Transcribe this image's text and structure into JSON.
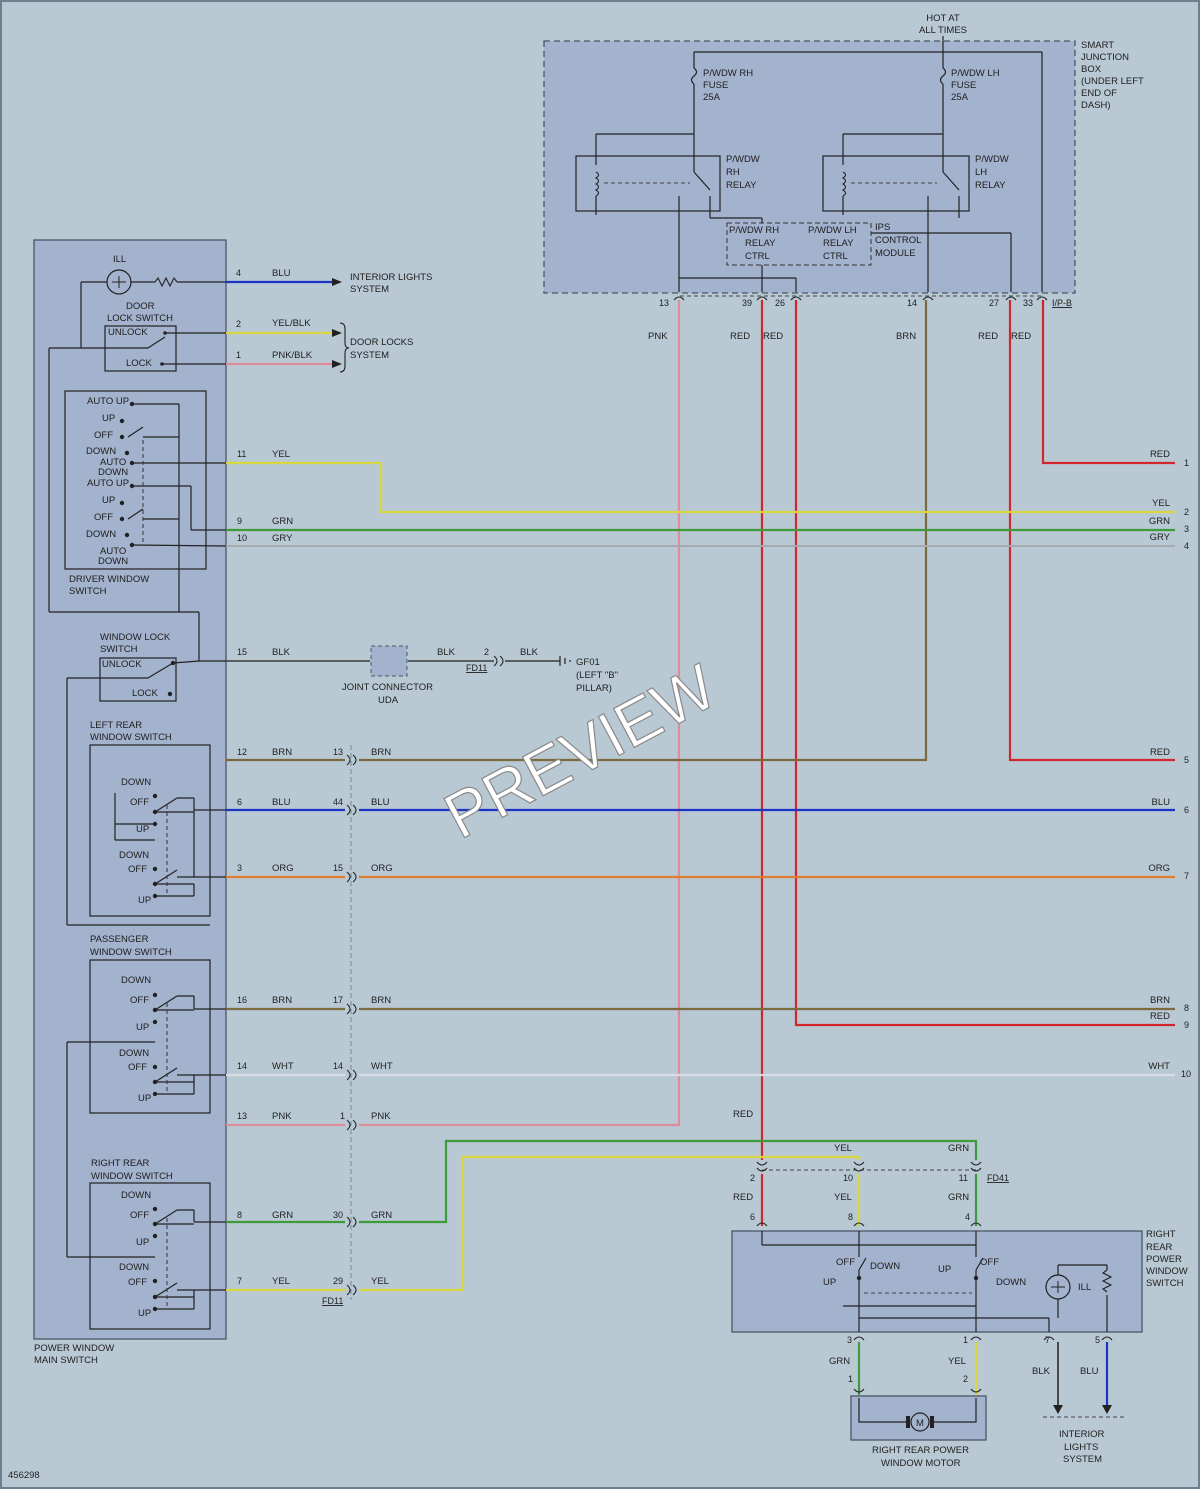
{
  "diagram_id": "456298",
  "watermark": "PREVIEW",
  "colors": {
    "background": "#b9c9d4",
    "box_fill": "#a3b2cd",
    "RED": "#d0262c",
    "PNK": "#db8e9a",
    "BRN": "#7a6a3c",
    "YEL": "#d9d73e",
    "GRN": "#3f9a3c",
    "GRY": "#a8aab2",
    "BLU": "#1c33c4",
    "ORG": "#e07f30",
    "WHT": "#d9dde2",
    "BLK": "#3a3a3a"
  },
  "smart_junction_box": {
    "hot_line1": "HOT AT",
    "hot_line2": "ALL TIMES",
    "name_lines": [
      "SMART",
      "JUNCTION",
      "BOX",
      "(UNDER LEFT",
      "END OF",
      "DASH)"
    ],
    "rh_fuse_lines": [
      "P/WDW RH",
      "FUSE",
      "25A"
    ],
    "lh_fuse_lines": [
      "P/WDW LH",
      "FUSE",
      "25A"
    ],
    "rh_relay_lines": [
      "P/WDW",
      "RH",
      "RELAY"
    ],
    "lh_relay_lines": [
      "P/WDW",
      "LH",
      "RELAY"
    ],
    "rh_ctrl_lines": [
      "P/WDW RH",
      "RELAY",
      "CTRL"
    ],
    "lh_ctrl_lines": [
      "P/WDW LH",
      "RELAY",
      "CTRL"
    ],
    "ips_lines": [
      "IPS",
      "CONTROL",
      "MODULE"
    ],
    "pins": [
      "13",
      "39",
      "26",
      "14",
      "27",
      "33"
    ],
    "connector": "I/P-B"
  },
  "sjb_wire_colors": [
    "PNK",
    "RED",
    "RED",
    "BRN",
    "RED",
    "RED"
  ],
  "main_switch": {
    "name_line1": "POWER WINDOW",
    "name_line2": "MAIN SWITCH",
    "ill": "ILL",
    "door_lock_lines": [
      "DOOR",
      "LOCK SWITCH"
    ],
    "unlock": "UNLOCK",
    "lock": "LOCK",
    "driver_switch_lines": [
      "DRIVER WINDOW",
      "SWITCH"
    ],
    "driver_positions": [
      "AUTO UP",
      "UP",
      "OFF",
      "DOWN",
      "AUTO",
      "DOWN",
      "AUTO UP",
      "UP",
      "OFF",
      "DOWN",
      "AUTO",
      "DOWN"
    ],
    "window_lock_lines": [
      "WINDOW LOCK",
      "SWITCH"
    ],
    "wl_unlock": "UNLOCK",
    "wl_lock": "LOCK",
    "left_rear_lines": [
      "LEFT REAR",
      "WINDOW SWITCH"
    ],
    "passenger_lines": [
      "PASSENGER",
      "WINDOW SWITCH"
    ],
    "right_rear_lines": [
      "RIGHT REAR",
      "WINDOW SWITCH"
    ],
    "sub_positions": [
      "DOWN",
      "OFF",
      "UP",
      "DOWN",
      "OFF",
      "UP"
    ]
  },
  "interior_lights_lines": [
    "INTERIOR LIGHTS",
    "SYSTEM"
  ],
  "door_locks_lines": [
    "DOOR LOCKS",
    "SYSTEM"
  ],
  "top_wires": [
    {
      "pin": "4",
      "color": "BLU"
    },
    {
      "pin": "2",
      "color": "YEL/BLK"
    },
    {
      "pin": "1",
      "color": "PNK/BLK"
    }
  ],
  "joint_connector_lines": [
    "JOINT CONNECTOR",
    "UDA"
  ],
  "ground": {
    "pin_main": "15",
    "color": "BLK",
    "pin_fd11": "2",
    "connector": "FD11",
    "color2": "BLK",
    "name_lines": [
      "GF01",
      "(LEFT \"B\"",
      "PILLAR)"
    ]
  },
  "wires_left": [
    {
      "pin": "11",
      "color": "YEL"
    },
    {
      "pin": "9",
      "color": "GRN"
    },
    {
      "pin": "10",
      "color": "GRY"
    },
    {
      "pin": "12",
      "color": "BRN",
      "fd_pin": "13",
      "color2": "BRN"
    },
    {
      "pin": "6",
      "color": "BLU",
      "fd_pin": "44",
      "color2": "BLU"
    },
    {
      "pin": "3",
      "color": "ORG",
      "fd_pin": "15",
      "color2": "ORG"
    },
    {
      "pin": "16",
      "color": "BRN",
      "fd_pin": "17",
      "color2": "BRN"
    },
    {
      "pin": "14",
      "color": "WHT",
      "fd_pin": "14",
      "color2": "WHT"
    },
    {
      "pin": "13",
      "color": "PNK",
      "fd_pin": "1",
      "color2": "PNK"
    },
    {
      "pin": "8",
      "color": "GRN",
      "fd_pin": "30",
      "color2": "GRN"
    },
    {
      "pin": "7",
      "color": "YEL",
      "fd_pin": "29",
      "color2": "YEL"
    }
  ],
  "fd11_label": "FD11",
  "right_edge": [
    {
      "num": "1",
      "color": "RED"
    },
    {
      "num": "2",
      "color": "YEL"
    },
    {
      "num": "3",
      "color": "GRN"
    },
    {
      "num": "4",
      "color": "GRY"
    },
    {
      "num": "5",
      "color": "RED"
    },
    {
      "num": "6",
      "color": "BLU"
    },
    {
      "num": "7",
      "color": "ORG"
    },
    {
      "num": "8",
      "color": "BRN"
    },
    {
      "num": "9",
      "color": "RED"
    },
    {
      "num": "10",
      "color": "WHT"
    }
  ],
  "fd41": {
    "label": "FD41",
    "top_colors": [
      "RED",
      "YEL",
      "GRN"
    ],
    "pins_top": [
      "2",
      "10",
      "11"
    ],
    "colors_below": [
      "RED",
      "YEL",
      "GRN"
    ],
    "pins_switch": [
      "6",
      "8",
      "4"
    ]
  },
  "rr_switch": {
    "name_lines": [
      "RIGHT",
      "REAR",
      "POWER",
      "WINDOW",
      "SWITCH"
    ],
    "off": "OFF",
    "down": "DOWN",
    "up": "UP",
    "up2": "UP",
    "off2": "OFF",
    "down2": "DOWN",
    "ill": "ILL",
    "bottom_pins": [
      "3",
      "1",
      "7",
      "5"
    ],
    "motor_pins": [
      "1",
      "2"
    ],
    "wire_colors": [
      "GRN",
      "YEL",
      "BLK",
      "BLU"
    ]
  },
  "motor": {
    "symbol": "M",
    "name_lines": [
      "RIGHT REAR POWER",
      "WINDOW MOTOR"
    ]
  },
  "interior_lights_bottom_lines": [
    "INTERIOR",
    "LIGHTS",
    "SYSTEM"
  ]
}
